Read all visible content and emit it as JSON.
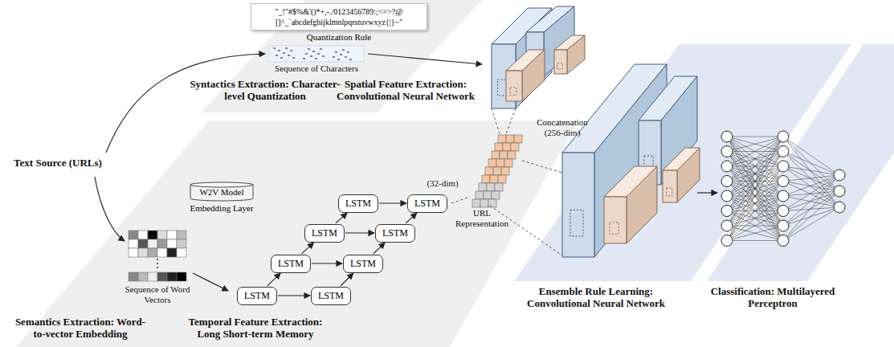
{
  "diagram": {
    "nodes": [
      {
        "text": [
          "\"_!\"#$%&'()*+,-./0123456789:;<=>?@ []^_`abcdefghijklmnlpqrstuvwxyz{|}~\"",
          "Quantization Rule"
        ]
      },
      {
        "text": [
          "W2V Model",
          "Embedding Layer"
        ]
      },
      {
        "text": [
          "LSTM"
        ]
      },
      {
        "text": [
          "LSTM"
        ]
      },
      {
        "text": [
          "LSTM"
        ]
      },
      {
        "text": [
          "LSTM"
        ]
      },
      {
        "text": [
          "LSTM"
        ]
      },
      {
        "text": [
          "LSTM"
        ]
      },
      {
        "text": [
          "LSTM"
        ]
      },
      {
        "text": [
          "LSTM"
        ]
      }
    ],
    "edges": [
      {
        "from": 2,
        "to": 3,
        "arrow": "to"
      },
      {
        "from": 4,
        "to": 5,
        "arrow": "to"
      },
      {
        "from": 6,
        "to": 7,
        "arrow": "to"
      },
      {
        "from": 8,
        "to": 9,
        "arrow": "to"
      },
      {
        "from": 2,
        "to": 4,
        "arrow": "to"
      },
      {
        "from": 4,
        "to": 6,
        "arrow": "to"
      },
      {
        "from": 6,
        "to": 8,
        "arrow": "to"
      },
      {
        "from": 3,
        "to": 5,
        "arrow": "to"
      },
      {
        "from": 5,
        "to": 7,
        "arrow": "to"
      },
      {
        "from": 7,
        "to": 9,
        "arrow": "to"
      }
    ],
    "labels": [
      "Text Source (URLs)",
      "Sequence of Characters",
      "Syntactics Extraction: Character-level Quantization",
      "Spatial Feature Extraction: Convolutional Neural Network",
      "Concatenation (256-dim)",
      "(32-dim)",
      "URL Representation",
      "Sequence of Word Vectors",
      "Semantics Extraction: Word-to-vector Embedding",
      "Temporal Feature Extraction: Long Short-term Memory",
      "Ensemble Rule Learning: Convolutional Neural Network",
      "Classification: Multilayered Perceptron"
    ]
  }
}
